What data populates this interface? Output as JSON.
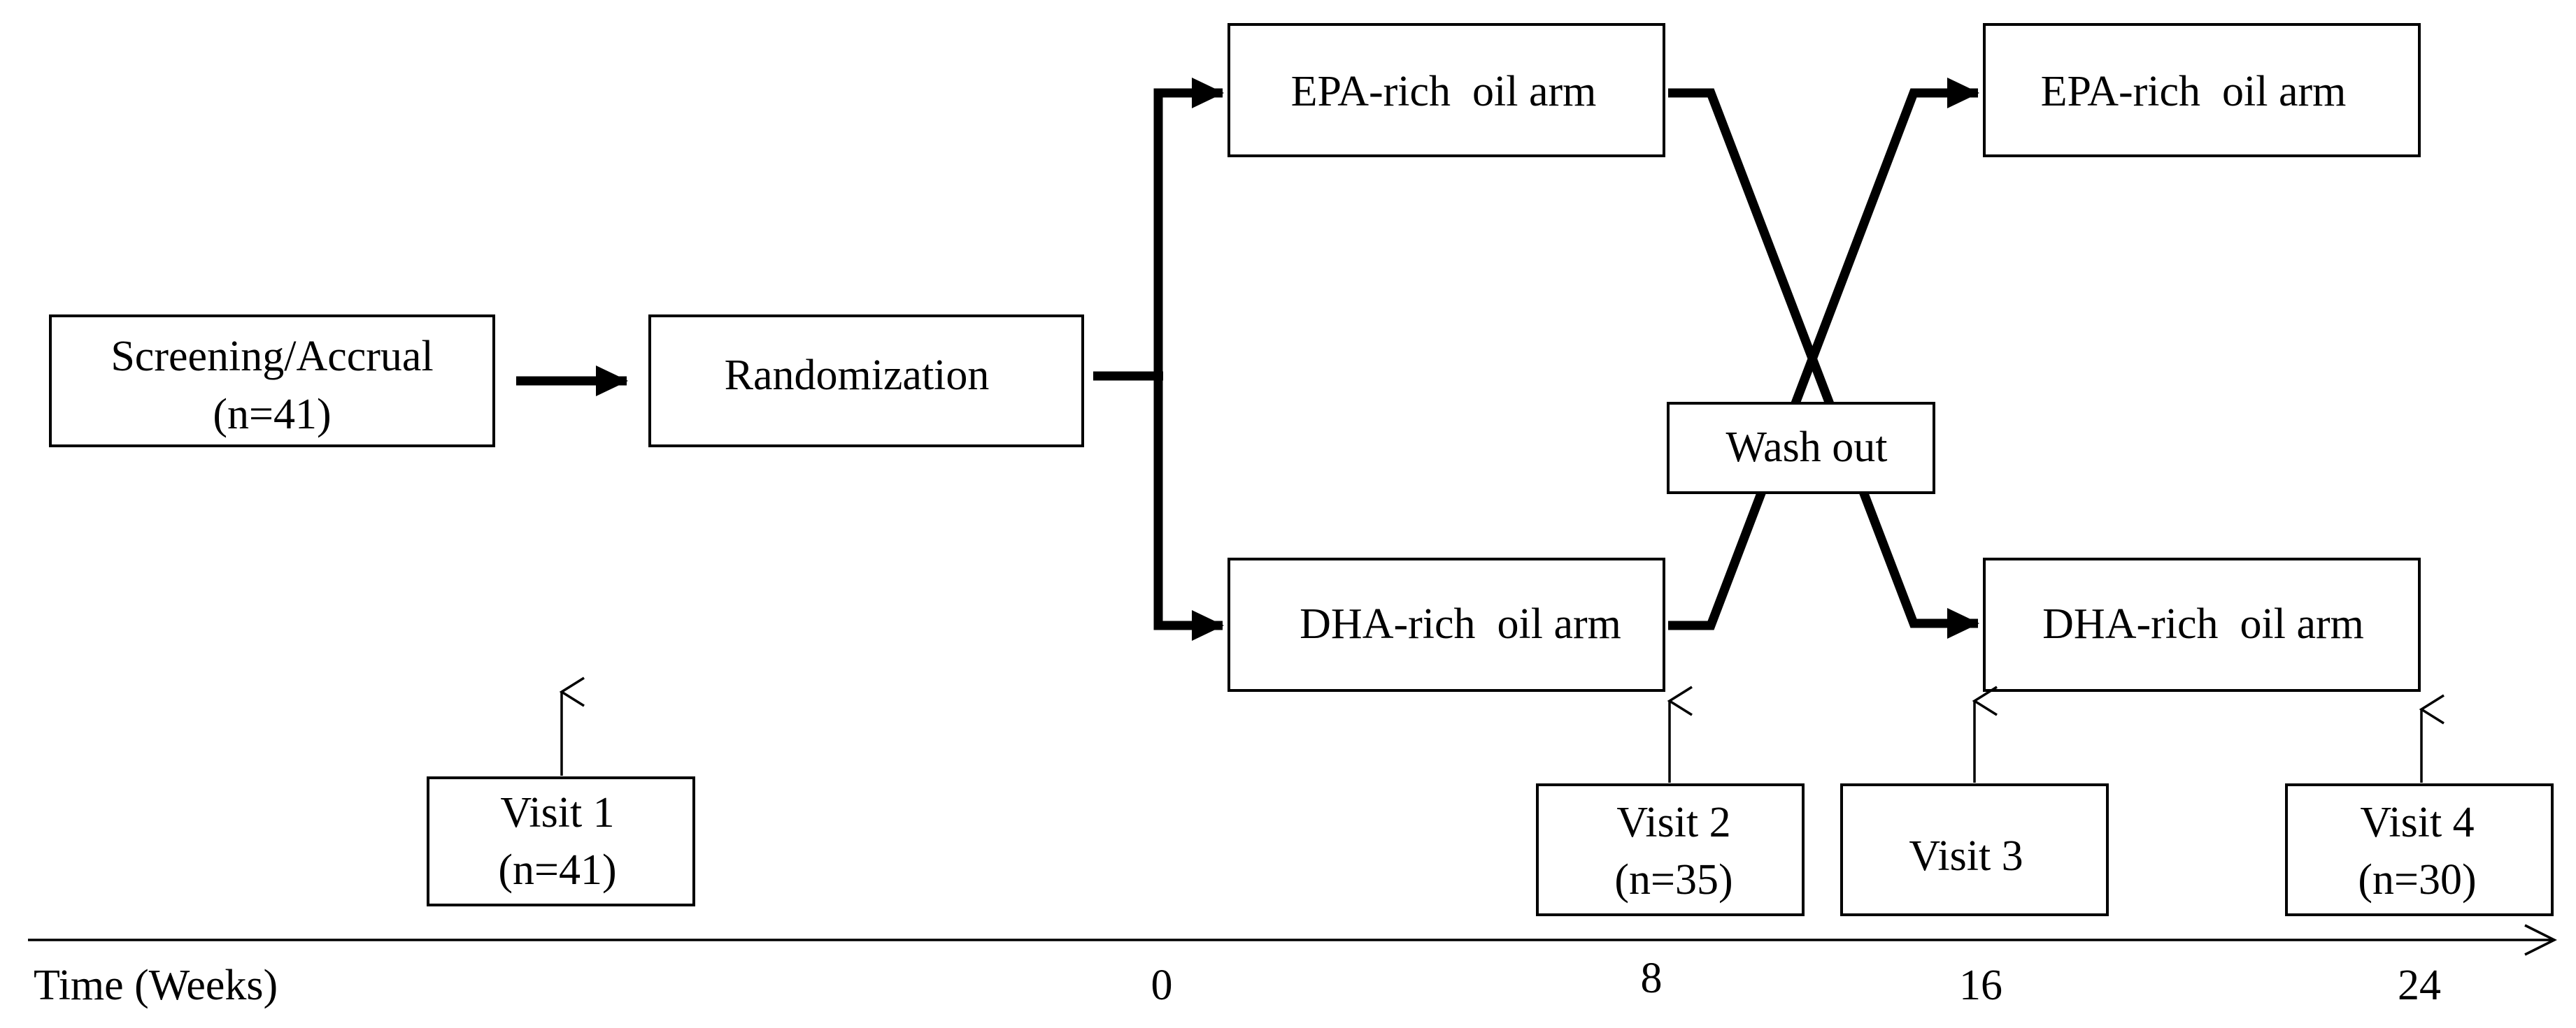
{
  "boxes": {
    "screening": {
      "line1": "Screening/Accrual",
      "line2": "(n=41)"
    },
    "randomization": {
      "label": "Randomization"
    },
    "epa_arm_1": {
      "label": "EPA-rich  oil arm"
    },
    "dha_arm_1": {
      "label": "DHA-rich  oil arm"
    },
    "washout": {
      "label": "Wash out"
    },
    "epa_arm_2": {
      "label": "EPA-rich  oil arm"
    },
    "dha_arm_2": {
      "label": "DHA-rich  oil arm"
    }
  },
  "visits": [
    {
      "line1": "Visit 1",
      "line2": "(n=41)"
    },
    {
      "line1": "Visit 2",
      "line2": "(n=35)"
    },
    {
      "line1": "Visit 3",
      "line2": ""
    },
    {
      "line1": "Visit 4",
      "line2": "(n=30)"
    }
  ],
  "timeline": {
    "label": "Time (Weeks)",
    "ticks": [
      "0",
      "8",
      "16",
      "24"
    ]
  },
  "colors": {
    "stroke": "#000000",
    "background": "#ffffff"
  }
}
